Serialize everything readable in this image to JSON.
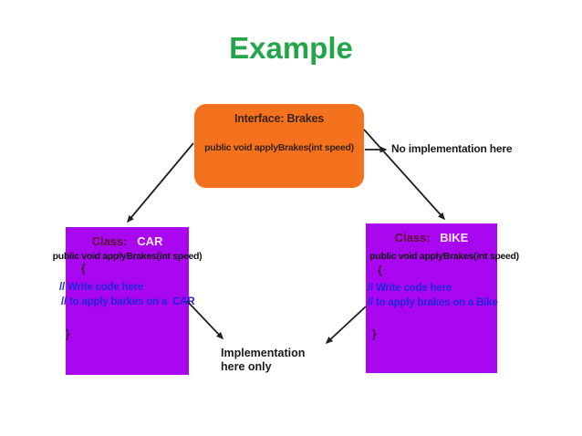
{
  "slide": {
    "title": "Example"
  },
  "interface_box": {
    "heading": "Interface: Brakes",
    "method": "public void applyBrakes(int speed)"
  },
  "car_box": {
    "class_label": "Class:",
    "class_name": "CAR",
    "method": "public void applyBrakes(int speed)",
    "open_brace": "{",
    "comment_line1": "// Write code here",
    "comment_line2": "// to apply barkes on a  CAR",
    "close_brace": "}"
  },
  "bike_box": {
    "class_label": "Class:",
    "class_name": "BIKE",
    "method": "public void applyBrakes(int speed)",
    "open_brace": "{",
    "comment_line1": "// Write code here",
    "comment_line2": "// to apply brakes on a Bike",
    "close_brace": "}"
  },
  "annotations": {
    "no_implementation": "No implementation here",
    "implementation_line1": "Implementation",
    "implementation_line2": "here only"
  },
  "colors": {
    "title_green": "#23A64A",
    "interface_orange": "#F4711D",
    "class_purple": "#A807F0",
    "ink_brown": "#3B2313",
    "ink": "#1B1B1B",
    "code_blue": "#2323DC",
    "class_label_maroon": "#5E1230",
    "class_name_pink": "#FFE9F8",
    "brace_dark": "#3A1030",
    "arrow_black": "#1F1F1F"
  }
}
